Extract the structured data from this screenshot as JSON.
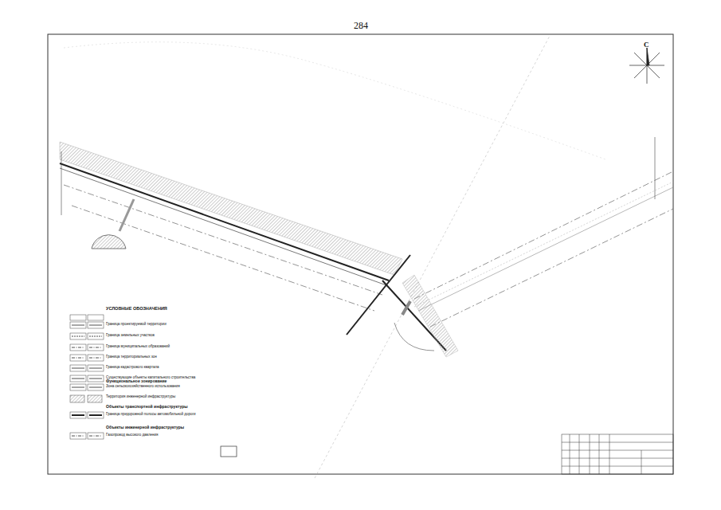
{
  "diagram": {
    "labels": [
      "284",
      "С",
      "УСЛОВНЫЕ ОБОЗНАЧЕНИЯ",
      "Функциональное зонирование",
      "Объекты транспортной инфраструктуры",
      "Объекты инженерной инфраструктуры"
    ],
    "legend": [
      {
        "text": "Граница проектируемой территории"
      },
      {
        "text": "Граница земельных участков"
      },
      {
        "text": "Граница муниципальных образований"
      },
      {
        "text": "Граница территориальных зон"
      },
      {
        "text": "Граница кадастрового квартала"
      },
      {
        "text": "Существующие объекты капитального строительства"
      },
      {
        "text": "Зона сельскохозяйственного использования"
      },
      {
        "text": "Территория инженерной инфраструктуры"
      },
      {
        "text": "Граница придорожной полосы автомобильной дороги"
      },
      {
        "text": "Газопровод высокого давления"
      }
    ]
  }
}
